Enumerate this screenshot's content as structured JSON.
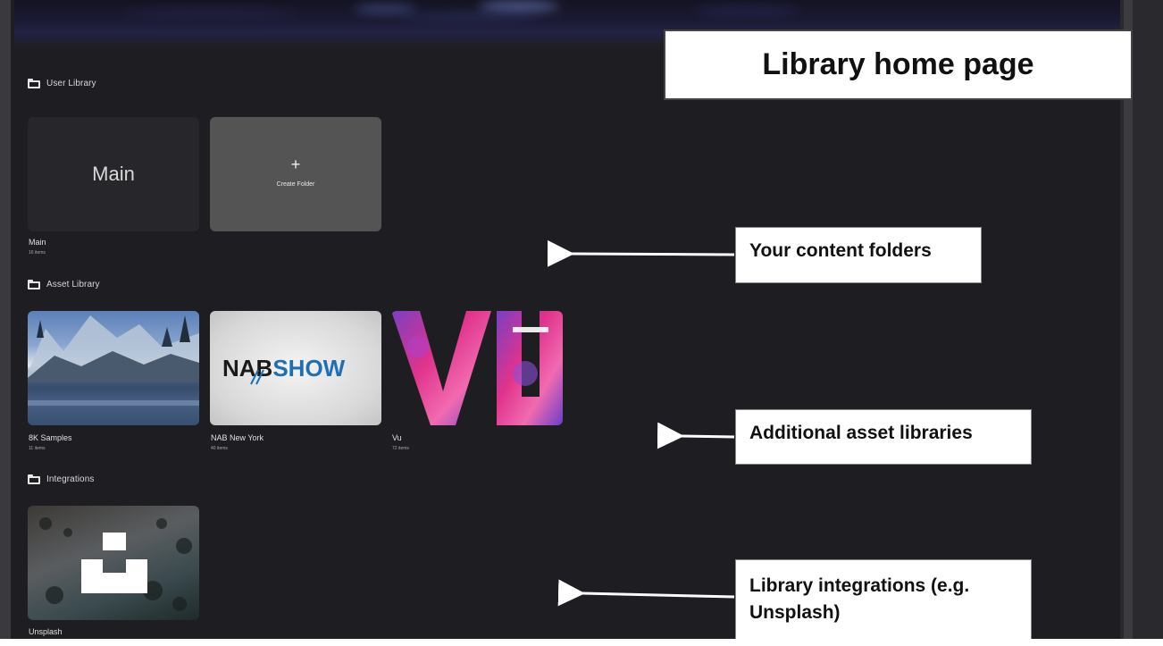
{
  "annotations": {
    "title": "Library home page",
    "content_folders": "Your content folders",
    "asset_libraries": "Additional asset libraries",
    "integrations": "Library integrations (e.g. Unsplash)"
  },
  "sections": {
    "user_library": {
      "title": "User Library",
      "main_card": {
        "thumb_text": "Main",
        "name": "Main",
        "count": "16 items"
      },
      "create_card": {
        "plus": "+",
        "label": "Create Folder"
      }
    },
    "asset_library": {
      "title": "Asset Library",
      "cards": [
        {
          "name": "8K Samples",
          "count": "11 items"
        },
        {
          "name": "NAB New York",
          "count": "40 items",
          "logo_text": "NABSHOW"
        },
        {
          "name": "Vu",
          "count": "72 items"
        }
      ]
    },
    "integrations": {
      "title": "Integrations",
      "cards": [
        {
          "name": "Unsplash"
        }
      ]
    }
  },
  "colors": {
    "app_background": "#1e1e22",
    "card_dark": "#27272b",
    "create_folder": "#545454",
    "nab_blue": "#1f6fb4",
    "vu_pink": "#e0338c",
    "vu_purple": "#7a3fc4"
  },
  "icons": {
    "section_header": "folder-icon",
    "arrow": "arrow-left-icon"
  }
}
